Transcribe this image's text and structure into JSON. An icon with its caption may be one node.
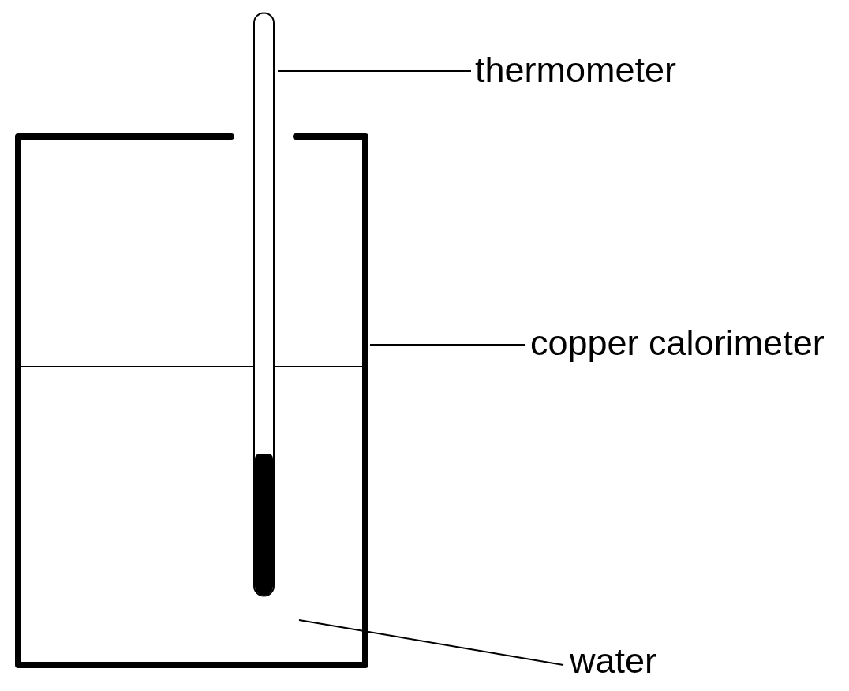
{
  "diagram": {
    "nodes": [
      {
        "text": [
          "thermometer"
        ]
      },
      {
        "text": [],
        "shape": "picture"
      },
      {
        "text": [
          "copper calorimeter"
        ]
      },
      {
        "text": [],
        "shape": "picture"
      },
      {
        "text": [],
        "shape": "box",
        "in": 3
      },
      {
        "text": [
          "water"
        ]
      }
    ],
    "edges": [
      {
        "from": 0,
        "to": 1,
        "arrow": "none"
      },
      {
        "from": 2,
        "to": 3,
        "arrow": "none"
      },
      {
        "from": 5,
        "to": 4,
        "arrow": "none"
      }
    ]
  }
}
